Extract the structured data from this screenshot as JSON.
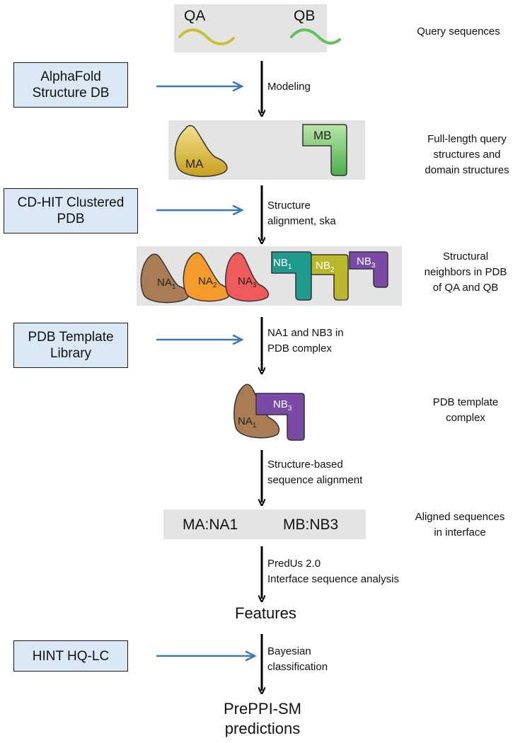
{
  "query": {
    "qa": "QA",
    "qb": "QB"
  },
  "side_labels": {
    "query_sequences": "Query sequences",
    "full_length": "Full-length query\nstructures and\ndomain structures",
    "neighbors": "Structural\nneighbors in PDB\nof QA and QB",
    "template_complex": "PDB template\ncomplex",
    "aligned": "Aligned sequences\nin interface"
  },
  "databases": {
    "alphafold": "AlphaFold\nStructure DB",
    "cdhit": "CD-HIT Clustered\nPDB",
    "pdb_template": "PDB Template\nLibrary",
    "hint": "HINT HQ-LC"
  },
  "steps": {
    "modeling": "Modeling",
    "structure_alignment": "Structure\nalignment, ska",
    "pdb_complex": "NA1 and NB3 in\nPDB complex",
    "seq_alignment": "Structure-based\nsequence alignment",
    "predus": "PredUs 2.0\nInterface sequence analysis",
    "bayes": "Bayesian\nclassification"
  },
  "models": {
    "ma": "MA",
    "mb": "MB"
  },
  "neighbors": {
    "na1": "NA",
    "na1_sub": "1",
    "na2": "NA",
    "na2_sub": "2",
    "na3": "NA",
    "na3_sub": "3",
    "nb1": "NB",
    "nb1_sub": "1",
    "nb2": "NB",
    "nb2_sub": "2",
    "nb3": "NB",
    "nb3_sub": "3"
  },
  "complex": {
    "na": "NA",
    "na_sub": "1",
    "nb": "NB",
    "nb_sub": "3"
  },
  "aligned": {
    "left": "MA:NA1",
    "right": "MB:NB3"
  },
  "features": "Features",
  "predictions": "PrePPI-SM\npredictions",
  "colors": {
    "qa_curve": "#c9c032",
    "qb_curve": "#5cc35c",
    "blue_arrow": "#3a78b8",
    "db_fill": "#dbe9f6",
    "panel_gray": "#e4e4e4",
    "na1": "#a97c55",
    "na2": "#f59b2c",
    "na3": "#ef5a5a",
    "nb1": "#1f9a8e",
    "nb2": "#b9b72a",
    "nb3": "#7a4aa6"
  }
}
